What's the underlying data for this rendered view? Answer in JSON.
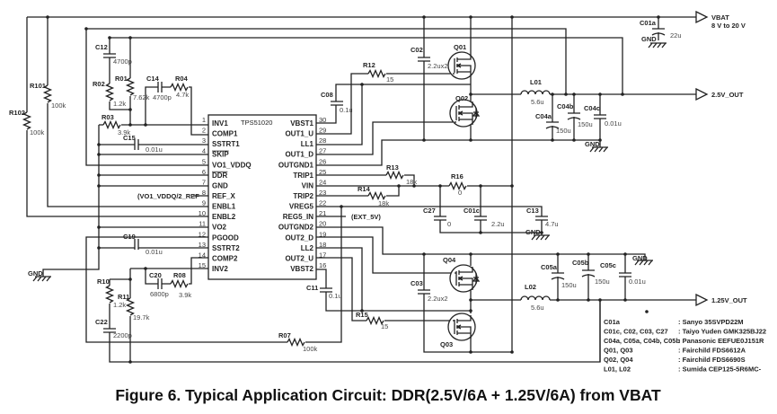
{
  "title": "Figure 6. Typical Application Circuit: DDR(2.5V/6A + 1.25V/6A) from VBAT",
  "ic": {
    "name": "TPS51020",
    "left_pins": [
      {
        "num": "1",
        "name": "INV1"
      },
      {
        "num": "2",
        "name": "COMP1"
      },
      {
        "num": "3",
        "name": "SSTRT1"
      },
      {
        "num": "4",
        "name": "SKIP",
        "overline": true
      },
      {
        "num": "5",
        "name": "VO1_VDDQ"
      },
      {
        "num": "6",
        "name": "DDR",
        "overline": true
      },
      {
        "num": "7",
        "name": "GND"
      },
      {
        "num": "8",
        "name": "REF_X"
      },
      {
        "num": "9",
        "name": "ENBL1"
      },
      {
        "num": "10",
        "name": "ENBL2"
      },
      {
        "num": "11",
        "name": "VO2"
      },
      {
        "num": "12",
        "name": "PGOOD"
      },
      {
        "num": "13",
        "name": "SSTRT2"
      },
      {
        "num": "14",
        "name": "COMP2"
      },
      {
        "num": "15",
        "name": "INV2"
      }
    ],
    "right_pins": [
      {
        "num": "30",
        "name": "VBST1"
      },
      {
        "num": "29",
        "name": "OUT1_U"
      },
      {
        "num": "28",
        "name": "LL1"
      },
      {
        "num": "27",
        "name": "OUT1_D"
      },
      {
        "num": "26",
        "name": "OUTGND1"
      },
      {
        "num": "25",
        "name": "TRIP1"
      },
      {
        "num": "24",
        "name": "VIN"
      },
      {
        "num": "23",
        "name": "TRIP2"
      },
      {
        "num": "22",
        "name": "VREG5"
      },
      {
        "num": "21",
        "name": "REG5_IN"
      },
      {
        "num": "20",
        "name": "OUTGND2"
      },
      {
        "num": "19",
        "name": "OUT2_D"
      },
      {
        "num": "18",
        "name": "LL2"
      },
      {
        "num": "17",
        "name": "OUT2_U"
      },
      {
        "num": "16",
        "name": "VBST2"
      }
    ]
  },
  "components": [
    {
      "ref": "R102",
      "value": "100k"
    },
    {
      "ref": "R101",
      "value": "100k"
    },
    {
      "ref": "R02",
      "value": "1.2k"
    },
    {
      "ref": "R01",
      "value": "7.62k"
    },
    {
      "ref": "R04",
      "value": "4.7k"
    },
    {
      "ref": "R03",
      "value": "3.9k"
    },
    {
      "ref": "R12",
      "value": "15"
    },
    {
      "ref": "R13",
      "value": "18k"
    },
    {
      "ref": "R14",
      "value": "18k"
    },
    {
      "ref": "R16",
      "value": "0"
    },
    {
      "ref": "R08",
      "value": "3.9k"
    },
    {
      "ref": "R10",
      "value": "1.2k"
    },
    {
      "ref": "R11",
      "value": "19.7k"
    },
    {
      "ref": "R07",
      "value": "100k"
    },
    {
      "ref": "R15",
      "value": "15"
    },
    {
      "ref": "C12",
      "value": "4700p"
    },
    {
      "ref": "C14",
      "value": "4700p"
    },
    {
      "ref": "C15",
      "value": "0.01u"
    },
    {
      "ref": "C08",
      "value": "0.1u"
    },
    {
      "ref": "C02",
      "value": "2.2ux2"
    },
    {
      "ref": "C01a",
      "value": "22u"
    },
    {
      "ref": "C04a",
      "value": "150u"
    },
    {
      "ref": "C04b",
      "value": "150u"
    },
    {
      "ref": "C04c",
      "value": "0.01u"
    },
    {
      "ref": "C27",
      "value": "0"
    },
    {
      "ref": "C01c",
      "value": "2.2u"
    },
    {
      "ref": "C13",
      "value": "4.7u"
    },
    {
      "ref": "C19",
      "value": "0.01u"
    },
    {
      "ref": "C20",
      "value": "6800p"
    },
    {
      "ref": "C22",
      "value": "2200p"
    },
    {
      "ref": "C11",
      "value": "0.1u"
    },
    {
      "ref": "C03",
      "value": "2.2ux2"
    },
    {
      "ref": "C05a",
      "value": "150u"
    },
    {
      "ref": "C05b",
      "value": "150u"
    },
    {
      "ref": "C05c",
      "value": "0.01u"
    },
    {
      "ref": "L01",
      "value": "5.6u"
    },
    {
      "ref": "L02",
      "value": "5.6u"
    }
  ],
  "transistors": [
    "Q01",
    "Q02",
    "Q03",
    "Q04"
  ],
  "nets": {
    "vbat": "VBAT",
    "vbat_range": "8 V to 20 V",
    "out1": "2.5V_OUT",
    "out2": "1.25V_OUT",
    "ext5v": "(EXT_5V)",
    "ref_x": "(VO1_VDDQ/2_REF",
    "gnd": "GND"
  },
  "bom": [
    {
      "parts": "C01a",
      "vendor": ": Sanyo   35SVPD22M"
    },
    {
      "parts": "C01c, C02, C03, C27",
      "vendor": ": Taiyo Yuden   GMK325BJ22"
    },
    {
      "parts": "C04a, C05a, C04b, C05b",
      "vendor": ": Panasonic   EEFUE0J151R"
    },
    {
      "parts": "Q01, Q03",
      "vendor": ": Fairchild   FDS6612A"
    },
    {
      "parts": "Q02, Q04",
      "vendor": ": Fairchild   FDS6690S"
    },
    {
      "parts": "L01, L02",
      "vendor": ": Sumida   CEP125-5R6MC-"
    }
  ]
}
